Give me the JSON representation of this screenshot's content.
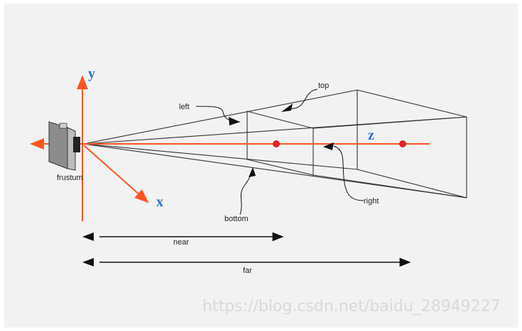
{
  "diagram": {
    "axes": {
      "y": "y",
      "x": "x",
      "z": "z",
      "color": "#ff5522"
    },
    "camera_label": "frustum",
    "plane_labels": {
      "left": "left",
      "top": "top",
      "right": "right",
      "bottom": "bottom"
    },
    "distances": {
      "near": "near",
      "far": "far"
    },
    "point_color": "#e8202a",
    "line_color": "#333333"
  },
  "watermark": "https://blog.csdn.net/baidu_28949227"
}
